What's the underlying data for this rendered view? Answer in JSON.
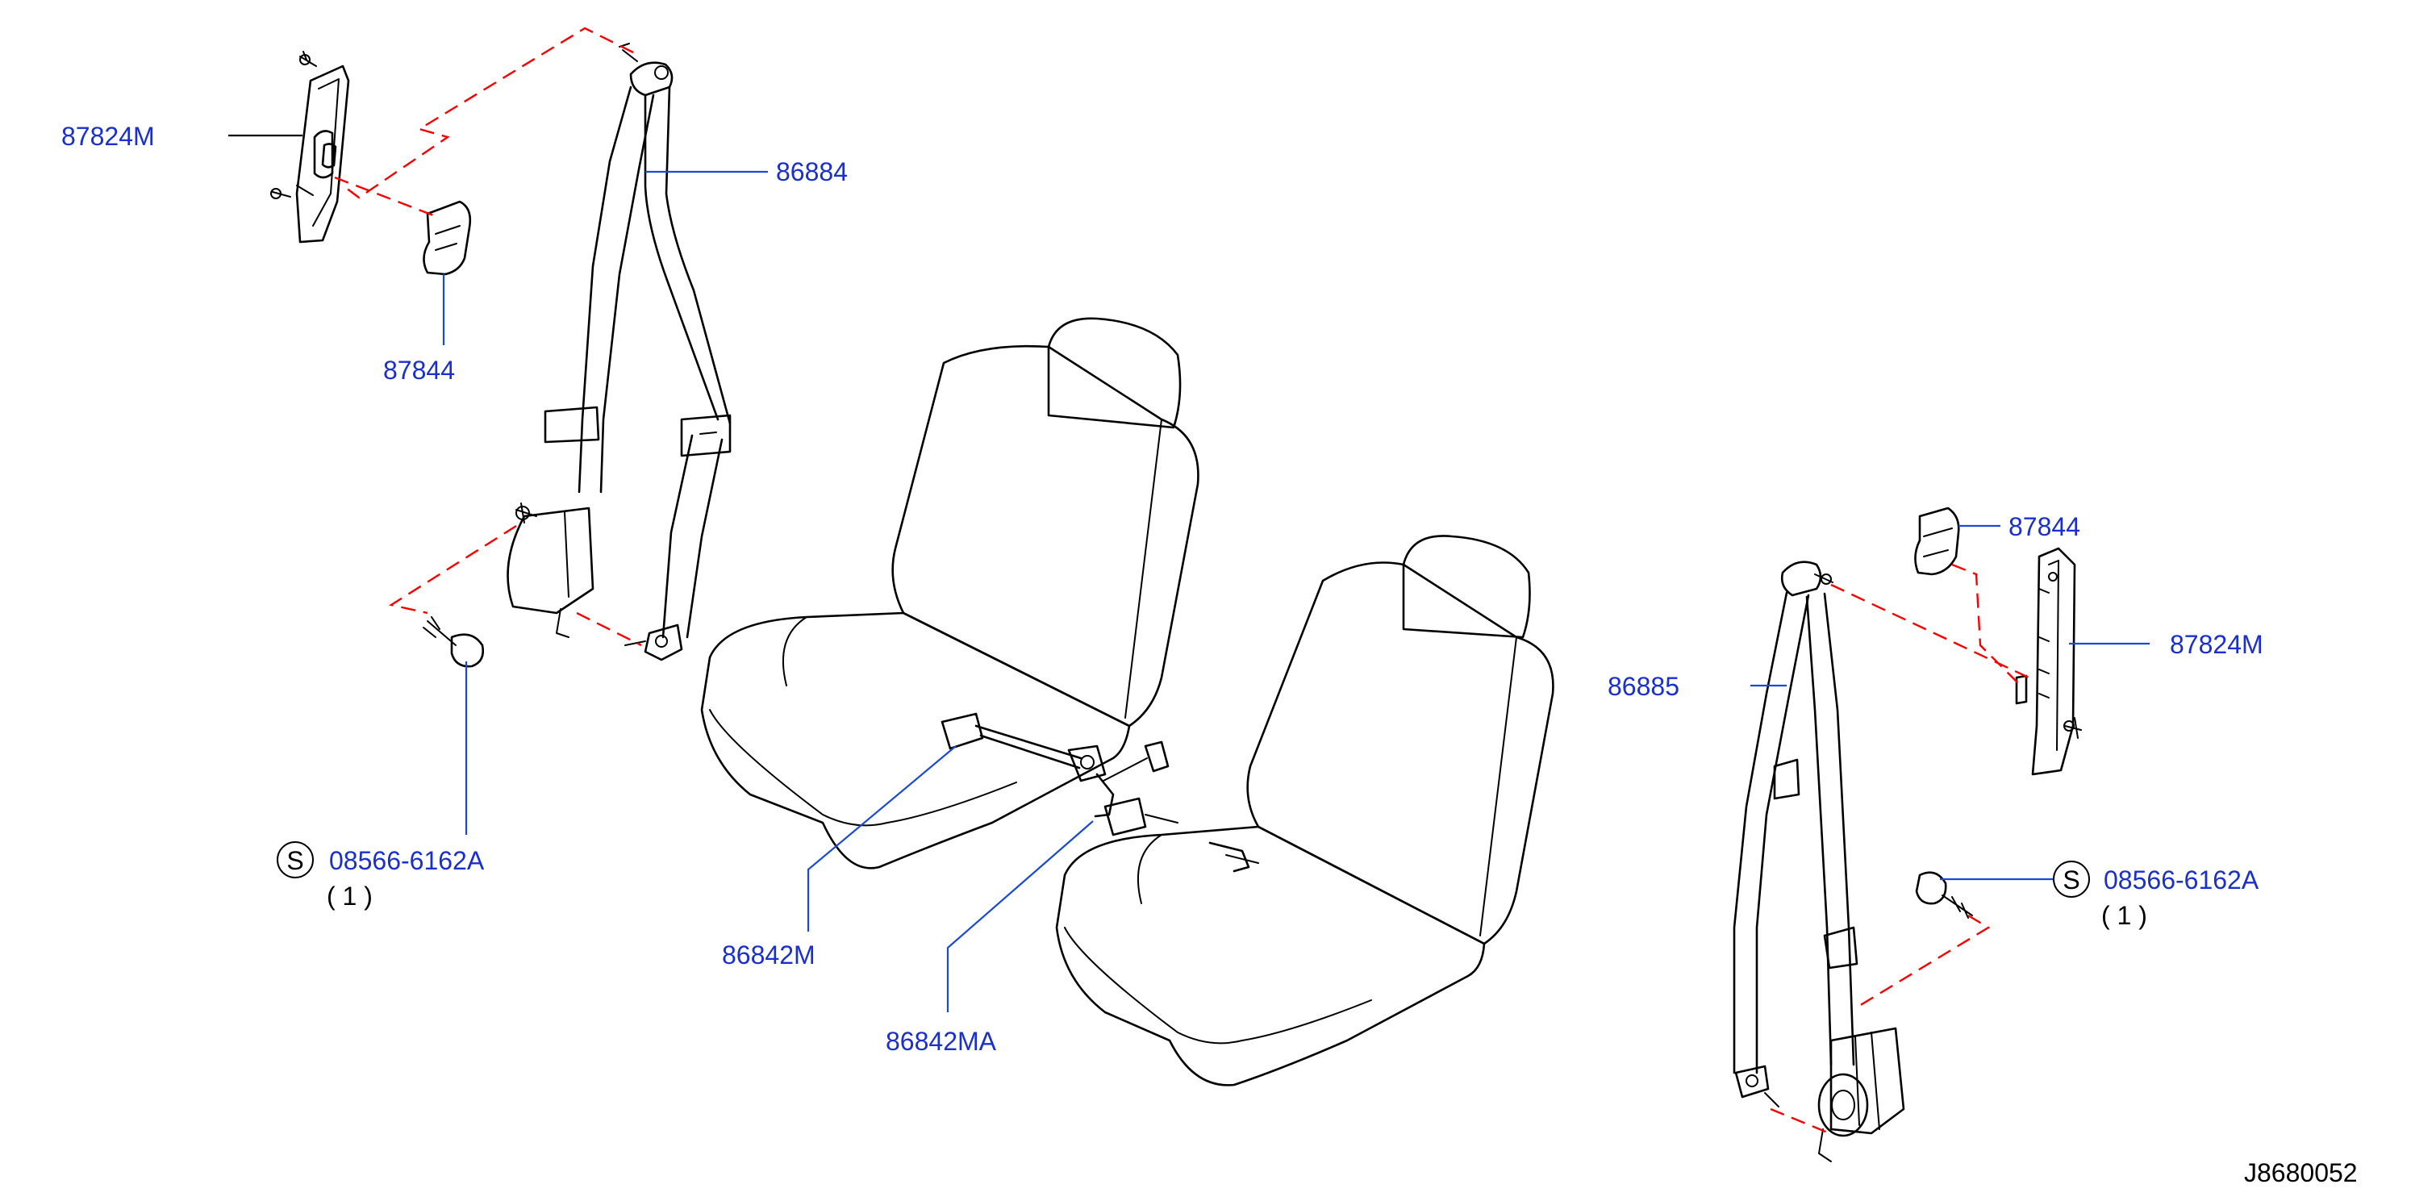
{
  "colors": {
    "label": "#1a2fd0",
    "leader": "#1a4bd8",
    "dashed": "#ff0000",
    "line": "#000000"
  },
  "labels": {
    "p87824m_left": "87824M",
    "p86884": "86884",
    "p87844_left": "87844",
    "p08566_left": "08566-6162A",
    "qty_left": "( 1 )",
    "p86842m": "86842M",
    "p86842ma": "86842MA",
    "p87844_right": "87844",
    "p87824m_right": "87824M",
    "p86885": "86885",
    "p08566_right": "08566-6162A",
    "qty_right": "( 1 )",
    "s_mark": "S",
    "diagram_code": "J8680052"
  }
}
